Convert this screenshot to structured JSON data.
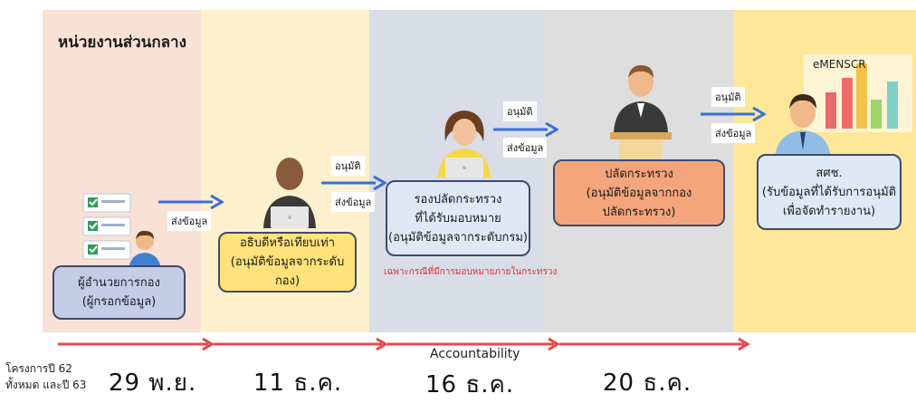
{
  "section_title": "หน่วยงานส่วนกลาง",
  "colors": {
    "band1": "#f9e1d6",
    "band2": "#fdf0cd",
    "band3": "#d8dde8",
    "band4": "#dedede",
    "band5": "#ffe79a",
    "box_blue": "#c3cde6",
    "box_yellow": "#ffe27a",
    "box_lightblue": "#dfe8f5",
    "box_orange": "#f4a57b",
    "arrow_blue": "#3a6fd8",
    "arrow_red": "#e84848",
    "delegation_note": "#e03030"
  },
  "steps": [
    {
      "title": "ผู้อำนวยการกอง",
      "subtitle": "(ผู้กรอกข้อมูล)"
    },
    {
      "title": "อธิบดีหรือเทียบเท่า",
      "subtitle": "(อนุมัติข้อมูลจากระดับกอง)"
    },
    {
      "title": "รองปลัดกระทรวง",
      "line2": "ที่ได้รับมอบหมาย",
      "subtitle": "(อนุมัติข้อมูลจากระดับกรม)"
    },
    {
      "title": "ปลัดกระทรวง",
      "line2": "(อนุมัติข้อมูลจากกอง",
      "subtitle": "ปลัดกระทรวง)"
    },
    {
      "title": "สศช.",
      "line2": "(รับข้อมูลที่ได้รับการอนุมัติ",
      "subtitle": "เพื่อจัดทำรายงาน)"
    }
  ],
  "arrows": {
    "a1": {
      "send": "ส่งข้อมูล"
    },
    "a2": {
      "approve": "อนุมัติ",
      "send": "ส่งข้อมูล"
    },
    "a3": {
      "approve": "อนุมัติ",
      "send": "ส่งข้อมูล"
    },
    "a4": {
      "approve": "อนุมัติ",
      "send": "ส่งข้อมูล"
    }
  },
  "delegation_note": "เฉพาะกรณีที่มีการมอบหมายภายในกระทรวง",
  "system_label": "eMENSCR",
  "accountability_label": "Accountability",
  "footnote": {
    "line1": "โครงการปี 62",
    "line2": "ทั้งหมด และปี 63"
  },
  "dates": [
    "29 พ.ย.",
    "11 ธ.ค.",
    "16 ธ.ค.",
    "20 ธ.ค."
  ]
}
